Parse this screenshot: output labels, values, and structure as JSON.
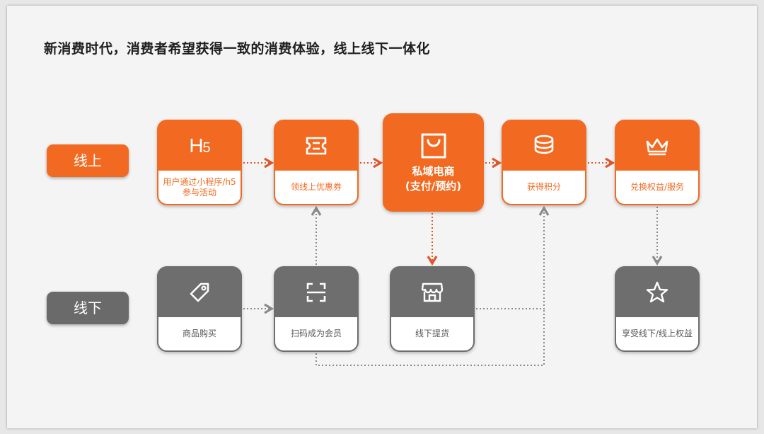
{
  "headline": "新消费时代，消费者希望获得一致的消费体验，线上线下一体化",
  "lanes": {
    "online": "线上",
    "offline": "线下"
  },
  "colors": {
    "accent": "#f26a21",
    "offline": "#6e6e6e",
    "card_body": "#ffffff"
  },
  "online_cards": {
    "h5": {
      "icon": "h5-icon",
      "glyph": "H",
      "glyph_small": "5",
      "label": "用户通过小程序/h5参与活动"
    },
    "coupon": {
      "icon": "ticket-icon",
      "label": "领线上优惠券"
    },
    "private": {
      "icon": "shopping-bag-icon",
      "line1": "私域电商",
      "line2": "(支付/预约)"
    },
    "points": {
      "icon": "coin-stack-icon",
      "label": "获得积分"
    },
    "redeem": {
      "icon": "crown-icon",
      "label": "兑换权益/服务"
    }
  },
  "offline_cards": {
    "buy": {
      "icon": "tag-icon",
      "label": "商品购买"
    },
    "scan": {
      "icon": "scan-icon",
      "label": "扫码成为会员"
    },
    "pickup": {
      "icon": "store-icon",
      "label": "线下提货"
    },
    "enjoy": {
      "icon": "star-icon",
      "label": "享受线下/线上权益"
    }
  }
}
